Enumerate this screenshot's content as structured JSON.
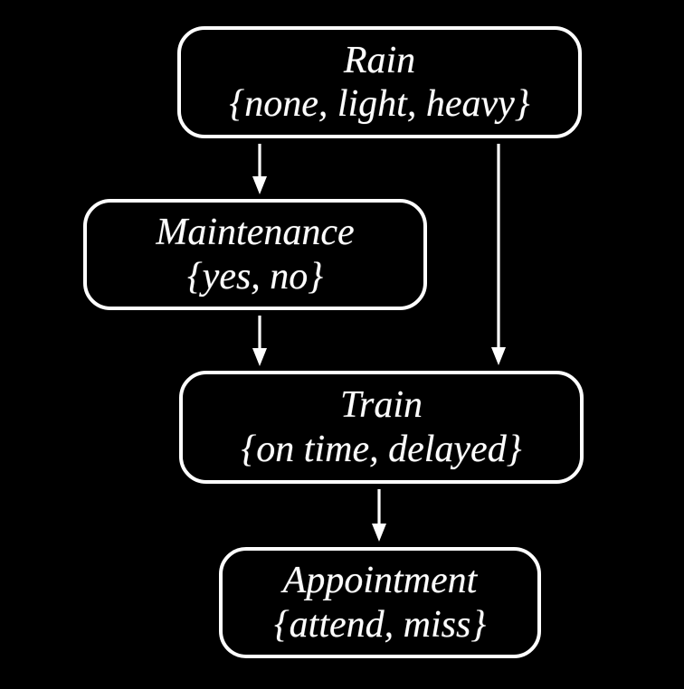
{
  "diagram": {
    "type": "bayesian-network",
    "colors": {
      "background": "#000000",
      "foreground": "#ffffff"
    },
    "nodes": [
      {
        "id": "rain",
        "label": "Rain",
        "domain": "{none, light, heavy}"
      },
      {
        "id": "maintenance",
        "label": "Maintenance",
        "domain": "{yes, no}"
      },
      {
        "id": "train",
        "label": "Train",
        "domain": "{on time, delayed}"
      },
      {
        "id": "appointment",
        "label": "Appointment",
        "domain": "{attend, miss}"
      }
    ],
    "edges": [
      {
        "from": "rain",
        "to": "maintenance"
      },
      {
        "from": "rain",
        "to": "train"
      },
      {
        "from": "maintenance",
        "to": "train"
      },
      {
        "from": "train",
        "to": "appointment"
      }
    ]
  }
}
